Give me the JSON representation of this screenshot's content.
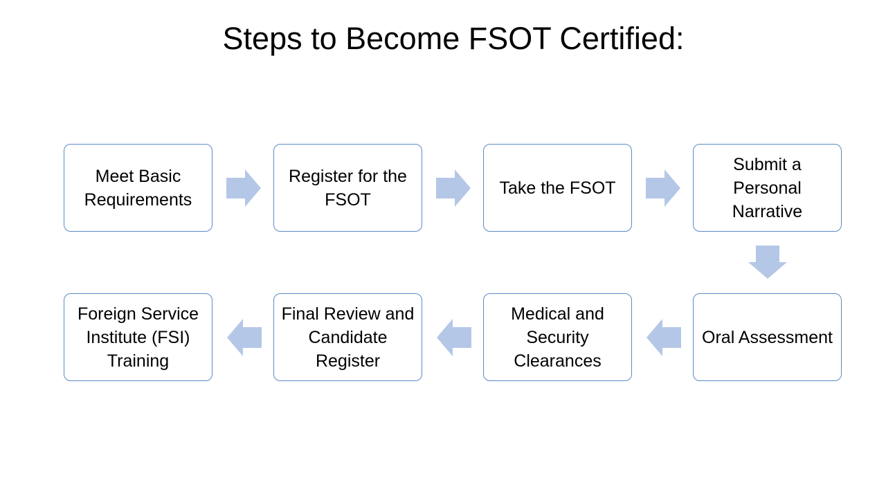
{
  "title": "Steps to Become FSOT Certified:",
  "colors": {
    "box_border": "#5b8ac6",
    "arrow_fill": "#b4c7e7",
    "text": "#000000",
    "background": "#ffffff"
  },
  "steps": [
    {
      "label": "Meet Basic Requirements"
    },
    {
      "label": "Register for the FSOT"
    },
    {
      "label": "Take the FSOT"
    },
    {
      "label": "Submit a Personal Narrative"
    },
    {
      "label": "Oral Assessment"
    },
    {
      "label": "Medical and Security Clearances"
    },
    {
      "label": "Final Review and Candidate Register"
    },
    {
      "label": "Foreign Service Institute (FSI) Training"
    }
  ],
  "arrows": [
    {
      "direction": "right"
    },
    {
      "direction": "right"
    },
    {
      "direction": "right"
    },
    {
      "direction": "down"
    },
    {
      "direction": "left"
    },
    {
      "direction": "left"
    },
    {
      "direction": "left"
    }
  ]
}
